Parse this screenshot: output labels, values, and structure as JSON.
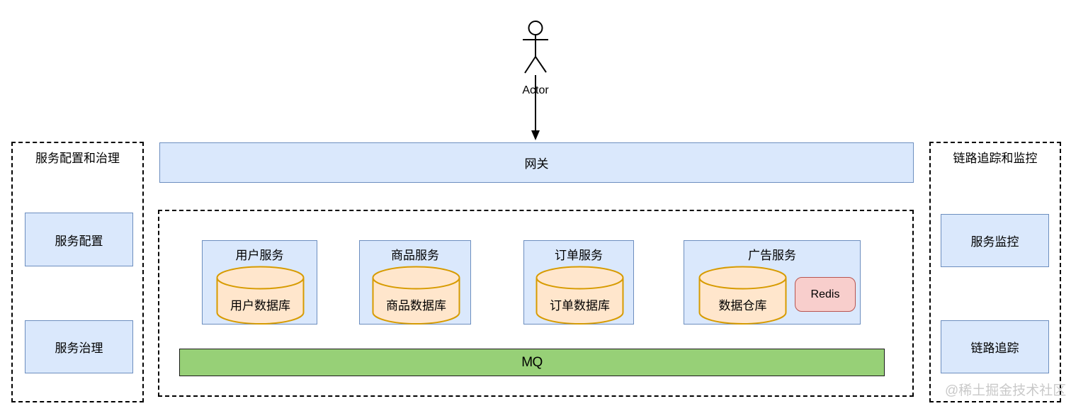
{
  "actor": {
    "label": "Actor"
  },
  "gateway": {
    "label": "网关"
  },
  "left_panel": {
    "title": "服务配置和治理",
    "items": [
      {
        "label": "服务配置"
      },
      {
        "label": "服务治理"
      }
    ]
  },
  "right_panel": {
    "title": "链路追踪和监控",
    "items": [
      {
        "label": "服务监控"
      },
      {
        "label": "链路追踪"
      }
    ]
  },
  "services": [
    {
      "name": "用户服务",
      "database": "用户数据库"
    },
    {
      "name": "商品服务",
      "database": "商品数据库"
    },
    {
      "name": "订单服务",
      "database": "订单数据库"
    },
    {
      "name": "广告服务",
      "database": "数据仓库",
      "cache": "Redis"
    }
  ],
  "mq": {
    "label": "MQ"
  },
  "watermark": {
    "text": "@稀土掘金技术社区"
  },
  "colors": {
    "node_fill": "#dae8fc",
    "node_border": "#6c8ebf",
    "db_fill": "#ffe6cc",
    "db_border": "#d79b00",
    "cache_fill": "#f8cecc",
    "cache_border": "#b85450",
    "mq_fill": "#97d077",
    "mq_border": "#1a1a1a",
    "dashed_border": "#000000",
    "watermark": "#c9c9c9"
  }
}
